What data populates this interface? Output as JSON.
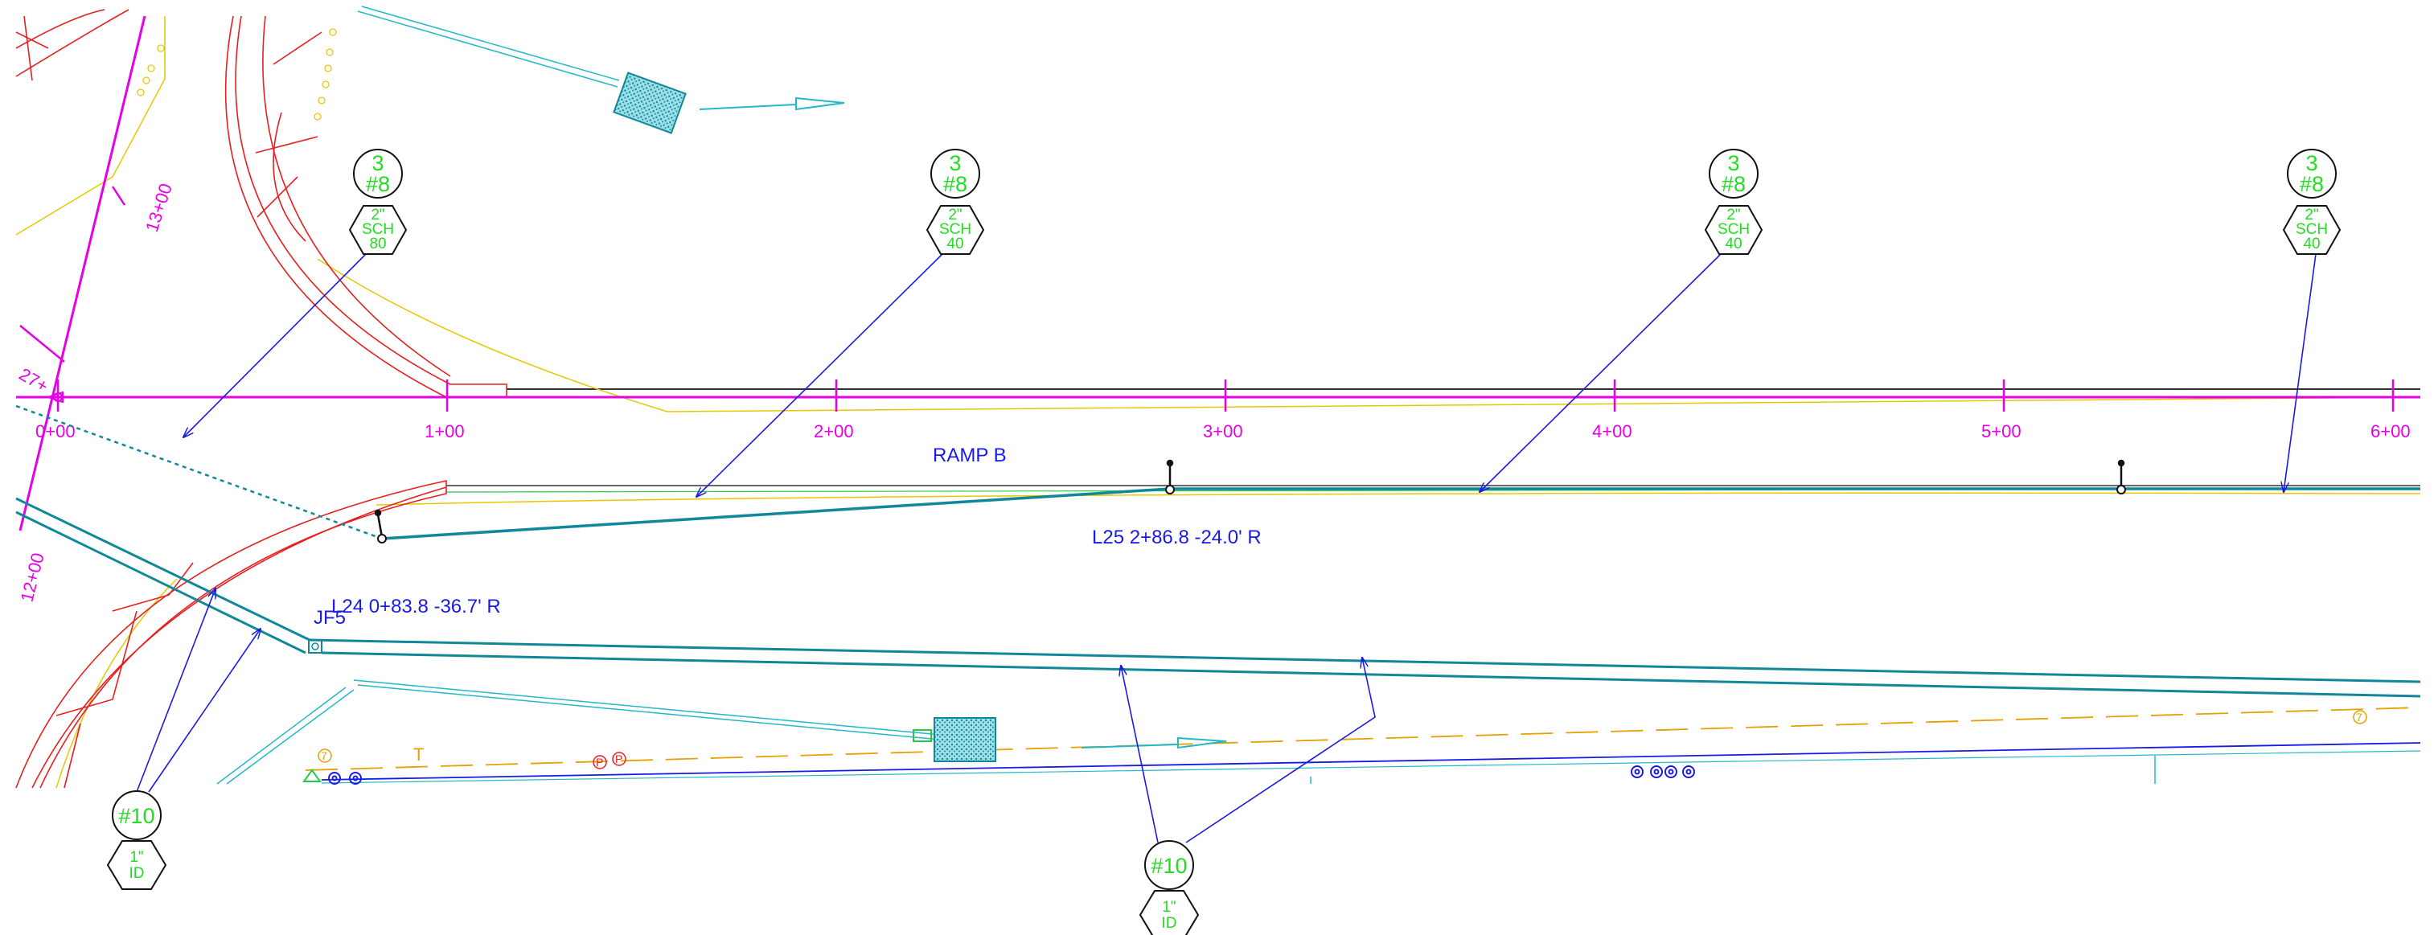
{
  "alignment": {
    "name": "RAMP B",
    "stations": [
      "0+00",
      "1+00",
      "2+00",
      "3+00",
      "4+00",
      "5+00",
      "6+00"
    ],
    "side_stations": [
      "13+00",
      "12+00",
      "27+"
    ]
  },
  "conduit_labels": {
    "upper": "L25 2+86.8 -24.0' R",
    "lower": "L24 0+83.8 -36.7' R"
  },
  "junction": "JF5",
  "utility_marks": {
    "t": "T",
    "p": "P",
    "seven": "7"
  },
  "callouts": {
    "upper": [
      {
        "count": "3",
        "size": "#8",
        "dia": "2\"",
        "sch": "SCH",
        "rating": "80"
      },
      {
        "count": "3",
        "size": "#8",
        "dia": "2\"",
        "sch": "SCH",
        "rating": "40"
      },
      {
        "count": "3",
        "size": "#8",
        "dia": "2\"",
        "sch": "SCH",
        "rating": "40"
      },
      {
        "count": "3",
        "size": "#8",
        "dia": "2\"",
        "sch": "SCH",
        "rating": "40"
      }
    ],
    "lower": [
      {
        "size": "#10",
        "dia": "1\"",
        "id": "ID"
      },
      {
        "size": "#10",
        "dia": "1\"",
        "id": "ID"
      }
    ]
  },
  "colors": {
    "alignment": "#e600e6",
    "conduit": "#118899",
    "leader": "#1a1ae6",
    "text_green": "#22dd22",
    "curb_red": "#e62020",
    "edge_yellow": "#e6c800",
    "cyan": "#22b8c8",
    "black": "#111111"
  }
}
